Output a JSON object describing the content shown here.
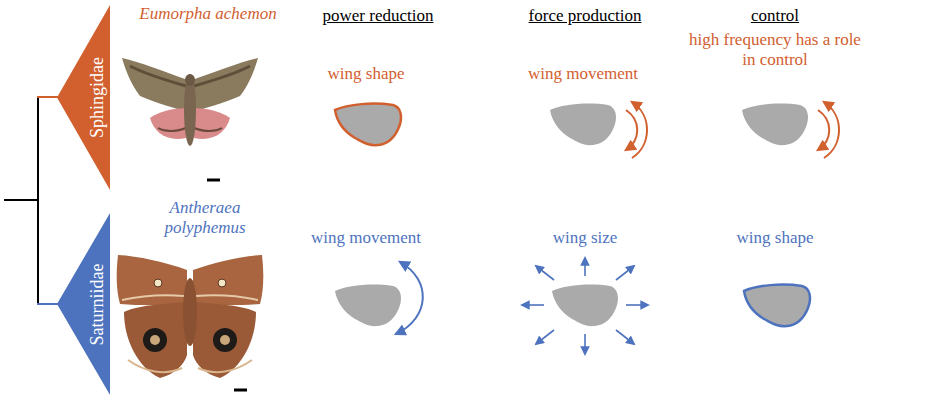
{
  "diagram": {
    "nodes": [
      {
        "text": [
          "Sphingidae"
        ]
      },
      {
        "text": [
          "Saturniidae"
        ]
      }
    ],
    "labels": [
      "Eumorpha achemon",
      "power reduction",
      "force production",
      "control",
      "wing shape",
      "wing movement",
      "high frequency has a role in control",
      "Antheraea polyphemus",
      "wing movement",
      "wing size",
      "wing shape"
    ]
  }
}
